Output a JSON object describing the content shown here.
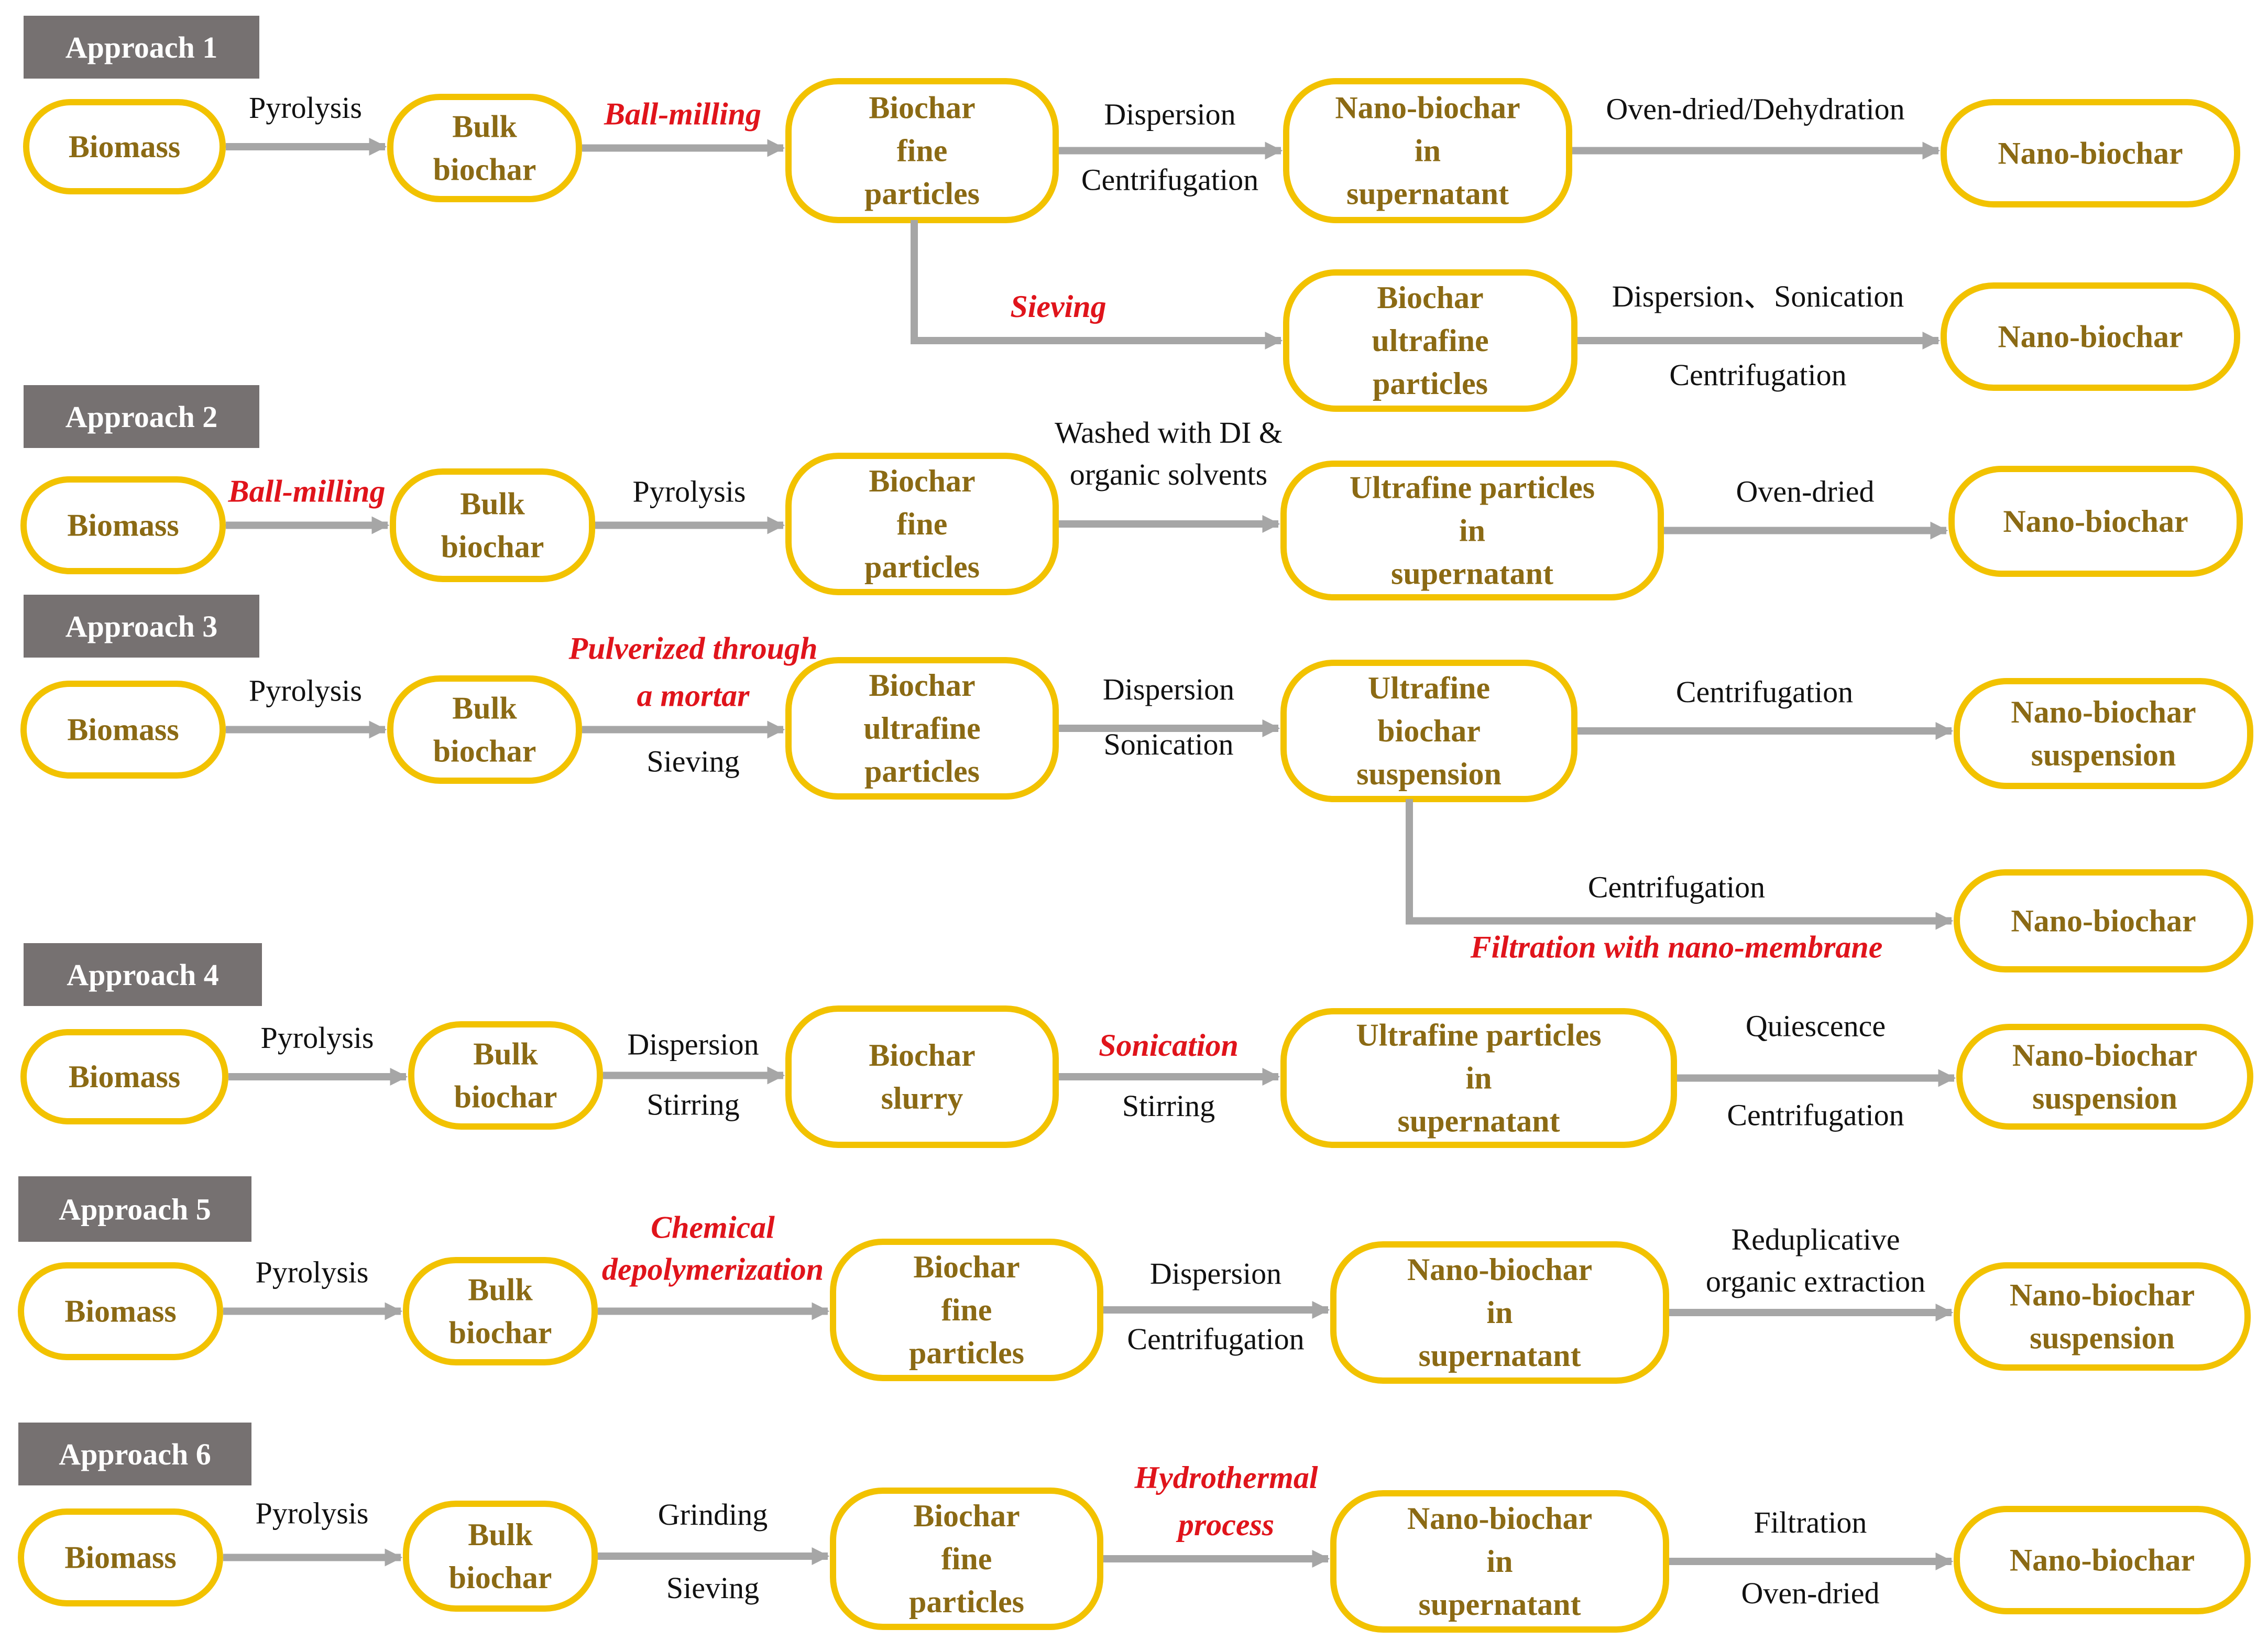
{
  "colors": {
    "node_border": "#F2C200",
    "node_text": "#8B6A14",
    "arrow": "#A6A6A6",
    "red_text": "#E0141B",
    "tag_bg": "#767171"
  },
  "approaches": [
    {
      "label": "Approach 1",
      "nodes": [
        {
          "lines": [
            "Biomass"
          ]
        },
        {
          "lines": [
            "Bulk",
            "biochar"
          ]
        },
        {
          "lines": [
            "Biochar",
            "fine",
            "particles"
          ]
        },
        {
          "lines": [
            "Nano-biochar",
            "in",
            "supernatant"
          ]
        },
        {
          "lines": [
            "Nano-biochar"
          ]
        },
        {
          "lines": [
            "Biochar",
            "ultrafine",
            "particles"
          ]
        },
        {
          "lines": [
            "Nano-biochar"
          ]
        }
      ],
      "edges": [
        {
          "above": "Pyrolysis",
          "below": ""
        },
        {
          "above": "Ball-milling",
          "below": ""
        },
        {
          "above": "Dispersion",
          "below": "Centrifugation"
        },
        {
          "above": "Oven-dried/Dehydration",
          "below": ""
        },
        {
          "above": "Sieving",
          "below": ""
        },
        {
          "above": "Dispersion、Sonication",
          "below": "Centrifugation"
        }
      ]
    },
    {
      "label": "Approach 2",
      "nodes": [
        {
          "lines": [
            "Biomass"
          ]
        },
        {
          "lines": [
            "Bulk",
            "biochar"
          ]
        },
        {
          "lines": [
            "Biochar",
            "fine",
            "particles"
          ]
        },
        {
          "lines": [
            "Ultrafine particles",
            "in",
            "supernatant"
          ]
        },
        {
          "lines": [
            "Nano-biochar"
          ]
        }
      ],
      "edges": [
        {
          "above": "Ball-milling",
          "below": ""
        },
        {
          "above": "Pyrolysis",
          "below": ""
        },
        {
          "above": "Washed with DI &",
          "above2": "organic solvents",
          "below": ""
        },
        {
          "above": "Oven-dried",
          "below": ""
        }
      ]
    },
    {
      "label": "Approach 3",
      "nodes": [
        {
          "lines": [
            "Biomass"
          ]
        },
        {
          "lines": [
            "Bulk",
            "biochar"
          ]
        },
        {
          "lines": [
            "Biochar",
            "ultrafine",
            "particles"
          ]
        },
        {
          "lines": [
            "Ultrafine",
            "biochar",
            "suspension"
          ]
        },
        {
          "lines": [
            "Nano-biochar",
            "suspension"
          ]
        },
        {
          "lines": [
            "Nano-biochar"
          ]
        }
      ],
      "edges": [
        {
          "above": "Pyrolysis",
          "below": ""
        },
        {
          "above": "Pulverized through",
          "above2": "a mortar",
          "below": "Sieving"
        },
        {
          "above": "Dispersion",
          "below": "Sonication"
        },
        {
          "above": "Centrifugation",
          "below": ""
        },
        {
          "above": "Centrifugation",
          "below": "Filtration with nano-membrane"
        }
      ]
    },
    {
      "label": "Approach 4",
      "nodes": [
        {
          "lines": [
            "Biomass"
          ]
        },
        {
          "lines": [
            "Bulk",
            "biochar"
          ]
        },
        {
          "lines": [
            "Biochar",
            "slurry"
          ]
        },
        {
          "lines": [
            "Ultrafine particles",
            "in",
            "supernatant"
          ]
        },
        {
          "lines": [
            "Nano-biochar",
            "suspension"
          ]
        }
      ],
      "edges": [
        {
          "above": "Pyrolysis",
          "below": ""
        },
        {
          "above": "Dispersion",
          "below": "Stirring"
        },
        {
          "above": "Sonication",
          "below": "Stirring"
        },
        {
          "above": "Quiescence",
          "below": "Centrifugation"
        }
      ]
    },
    {
      "label": "Approach 5",
      "nodes": [
        {
          "lines": [
            "Biomass"
          ]
        },
        {
          "lines": [
            "Bulk",
            "biochar"
          ]
        },
        {
          "lines": [
            "Biochar",
            "fine",
            "particles"
          ]
        },
        {
          "lines": [
            "Nano-biochar",
            "in",
            "supernatant"
          ]
        },
        {
          "lines": [
            "Nano-biochar",
            "suspension"
          ]
        }
      ],
      "edges": [
        {
          "above": "Pyrolysis",
          "below": ""
        },
        {
          "above": "Chemical",
          "above2": "depolymerization",
          "below": ""
        },
        {
          "above": "Dispersion",
          "below": "Centrifugation"
        },
        {
          "above": "Reduplicative",
          "above2": "organic extraction",
          "below": ""
        }
      ]
    },
    {
      "label": "Approach 6",
      "nodes": [
        {
          "lines": [
            "Biomass"
          ]
        },
        {
          "lines": [
            "Bulk",
            "biochar"
          ]
        },
        {
          "lines": [
            "Biochar",
            "fine",
            "particles"
          ]
        },
        {
          "lines": [
            "Nano-biochar",
            "in",
            "supernatant"
          ]
        },
        {
          "lines": [
            "Nano-biochar"
          ]
        }
      ],
      "edges": [
        {
          "above": "Pyrolysis",
          "below": ""
        },
        {
          "above": "Grinding",
          "below": "Sieving"
        },
        {
          "above": "Hydrothermal",
          "above2": "process",
          "below": ""
        },
        {
          "above": "Filtration",
          "below": "Oven-dried"
        }
      ]
    }
  ]
}
